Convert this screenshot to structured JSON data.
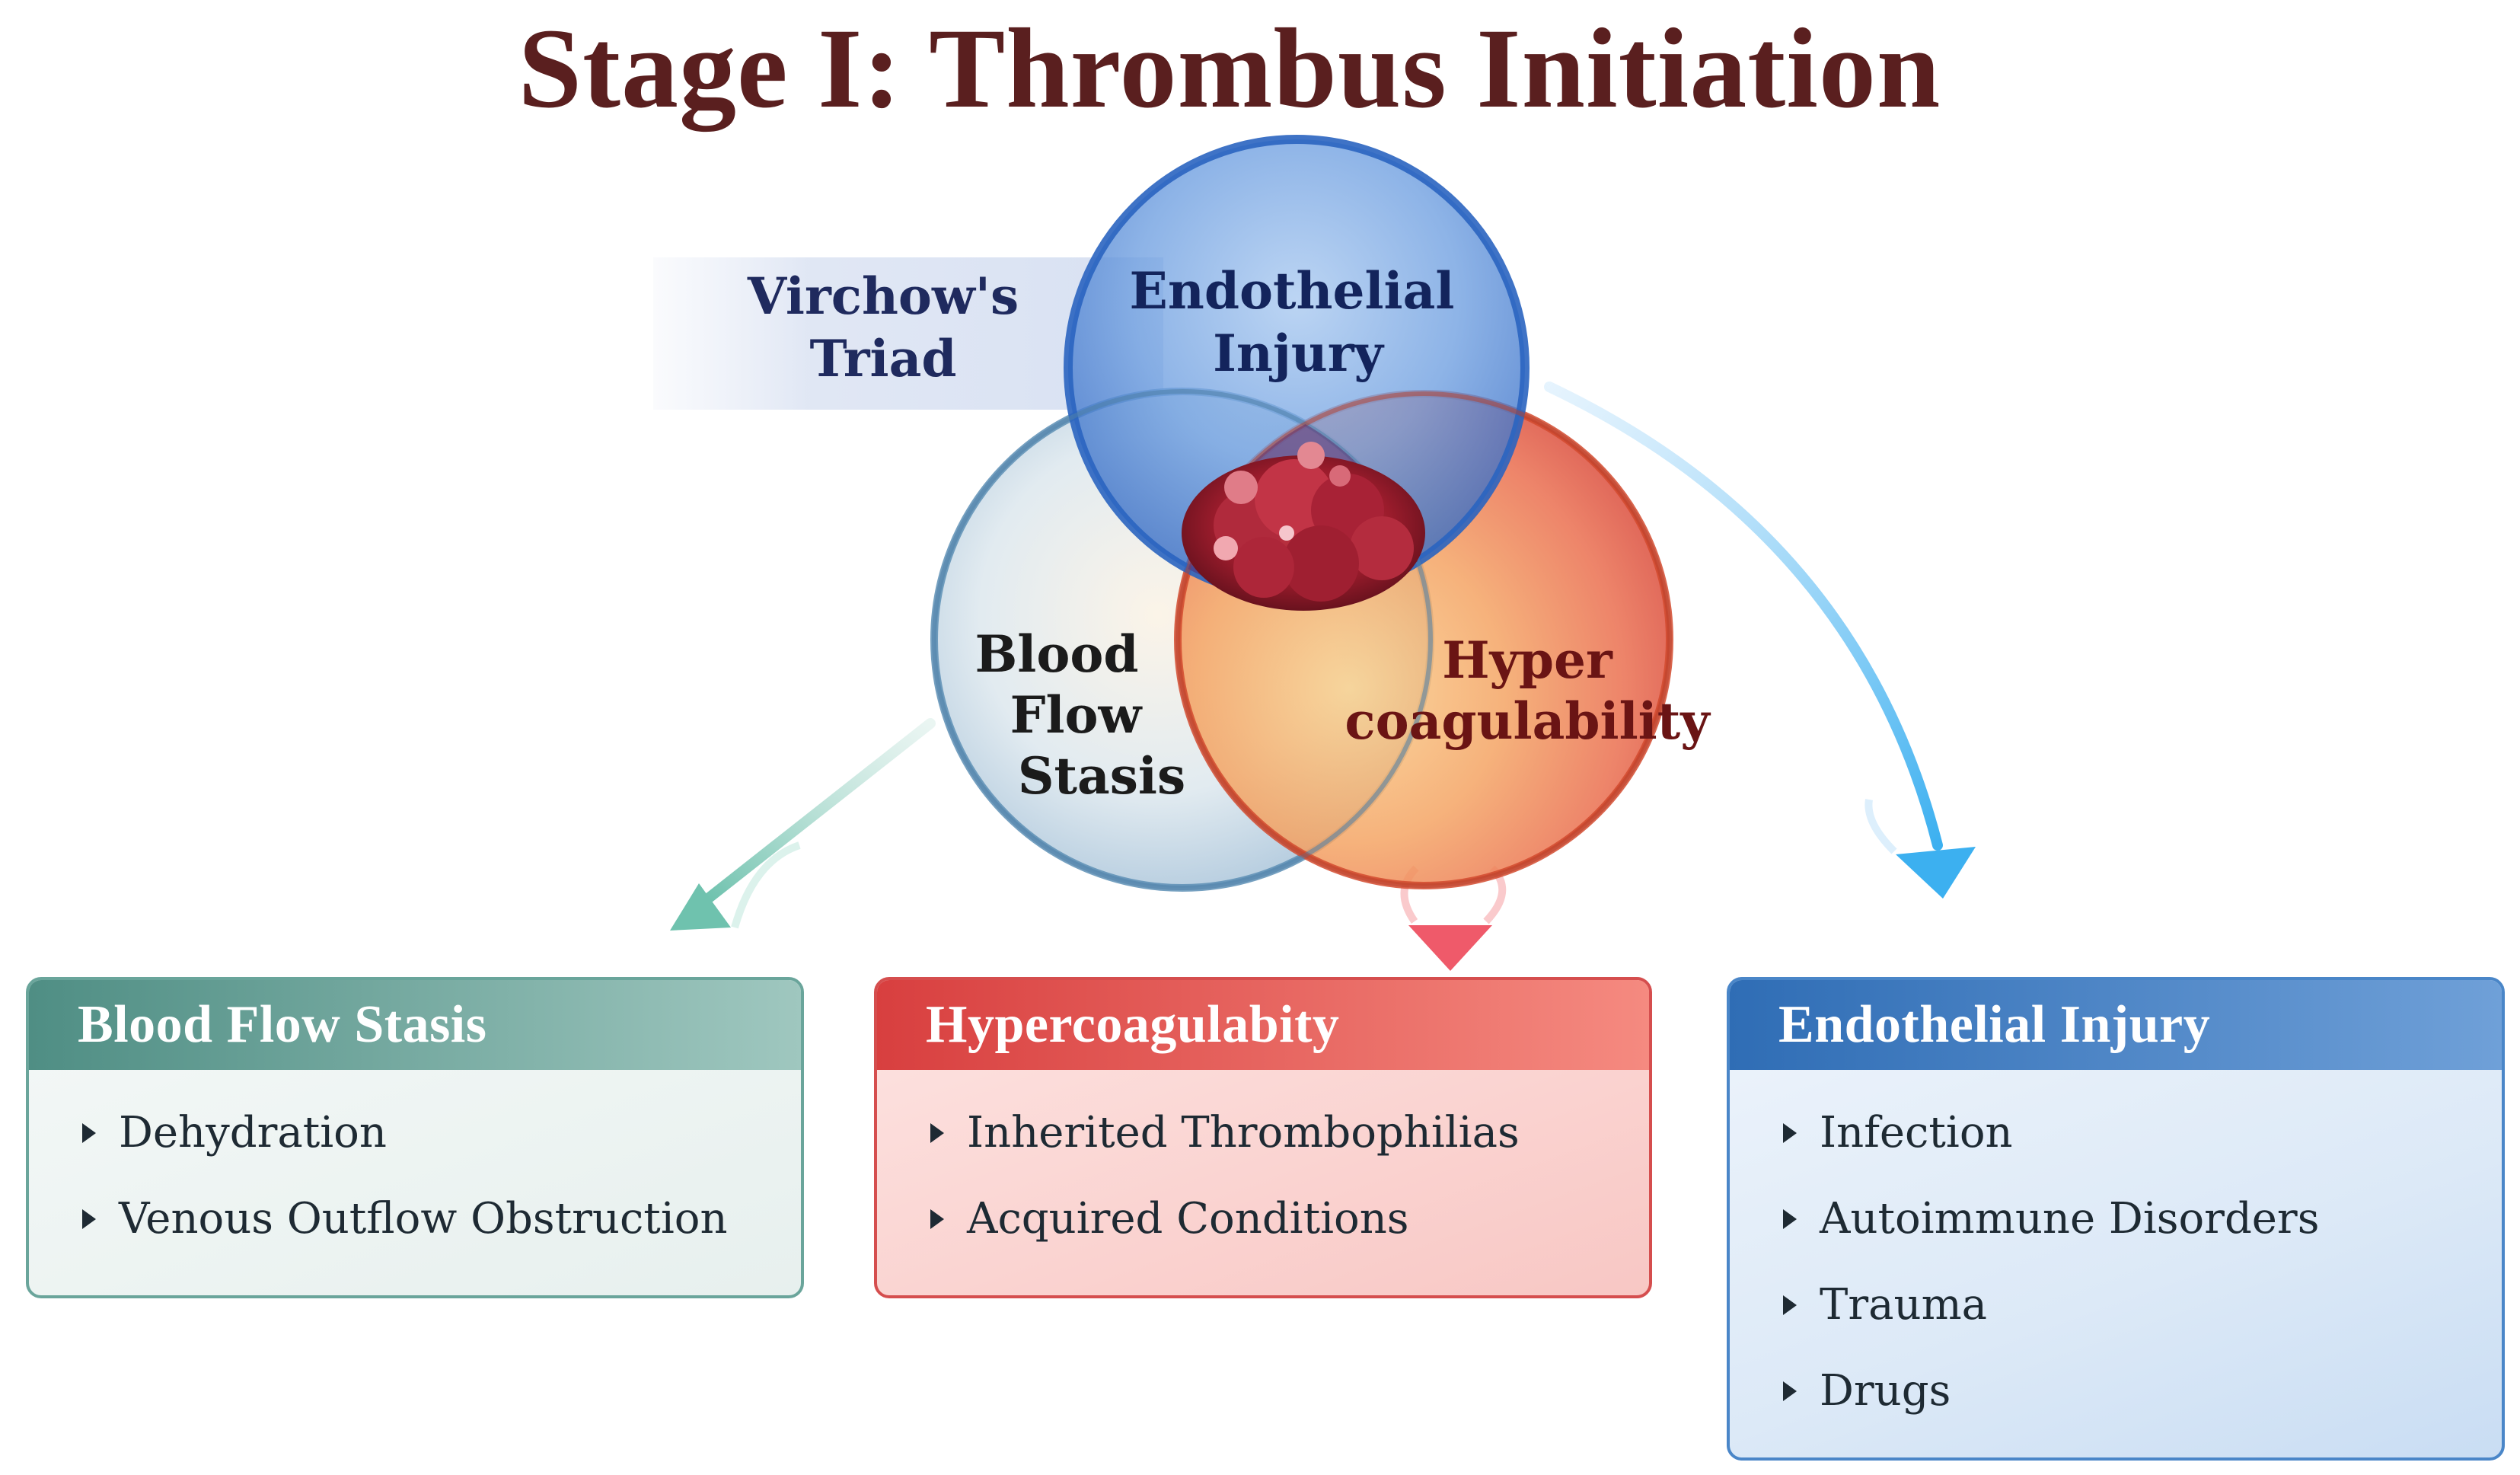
{
  "title": "Stage I: Thrombus Initiation",
  "triad": {
    "label_line1": "Virchow's",
    "label_line2": "Triad",
    "circles": {
      "endothelial": {
        "line1": "Endothelial",
        "line2": "Injury",
        "color": "#2d6cc0"
      },
      "stasis": {
        "line1": "Blood",
        "line2": "Flow",
        "line3": "Stasis",
        "color": "#6f9fc2"
      },
      "hyper": {
        "line1": "Hyper",
        "line2": "coagulability",
        "color": "#d8483a"
      }
    }
  },
  "boxes": {
    "stasis": {
      "title": "Blood Flow Stasis",
      "items": [
        "Dehydration",
        "Venous Outflow Obstruction"
      ],
      "color": "#4f8e84"
    },
    "hyper": {
      "title": "Hypercoagulabity",
      "items": [
        "Inherited Thrombophilias",
        "Acquired Conditions"
      ],
      "color": "#d83f3f"
    },
    "endo": {
      "title": "Endothelial Injury",
      "items": [
        "Infection",
        "Autoimmune Disorders",
        "Trauma",
        "Drugs"
      ],
      "color": "#2f6db5"
    }
  }
}
